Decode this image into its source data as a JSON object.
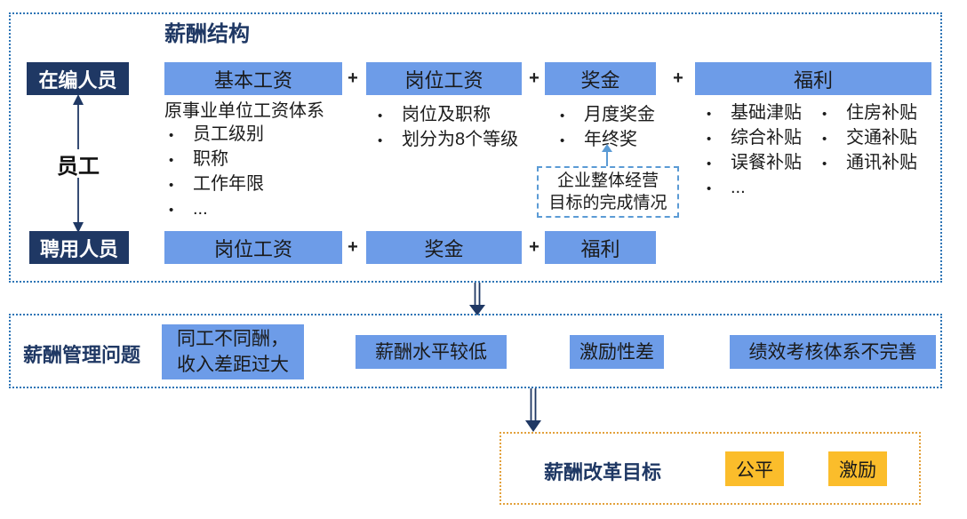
{
  "colors": {
    "navy": "#1F3864",
    "component_blue": "#6D9CE8",
    "section_border_blue": "#2E75B6",
    "callout_blue": "#5B9BD5",
    "goal_gold": "#FBBD2B",
    "goal_border_orange": "#E3A13C"
  },
  "section1": {
    "title": "薪酬结构",
    "staff_regular": "在编人员",
    "staff_contract": "聘用人员",
    "employee": "员工",
    "plus": "+",
    "row1": {
      "c1": "基本工资",
      "c2": "岗位工资",
      "c3": "奖金",
      "c4": "福利"
    },
    "row2": {
      "c1": "岗位工资",
      "c2": "奖金",
      "c3": "福利"
    },
    "basic_notes": {
      "heading": "原事业单位工资体系",
      "items": [
        "员工级别",
        "职称",
        "工作年限",
        "..."
      ]
    },
    "post_notes": [
      "岗位及职称",
      "划分为8个等级"
    ],
    "bonus_notes": [
      "月度奖金",
      "年终奖"
    ],
    "welfare_left": [
      "基础津贴",
      "综合补贴",
      "误餐补贴",
      "..."
    ],
    "welfare_right": [
      "住房补贴",
      "交通补贴",
      "通讯补贴"
    ],
    "bonus_callout": "企业整体经营\n目标的完成情况"
  },
  "section2": {
    "title": "薪酬管理问题",
    "problems": [
      "同工不同酬，\n收入差距过大",
      "薪酬水平较低",
      "激励性差",
      "绩效考核体系不完善"
    ]
  },
  "section3": {
    "title": "薪酬改革目标",
    "goals": [
      "公平",
      "激励"
    ]
  }
}
